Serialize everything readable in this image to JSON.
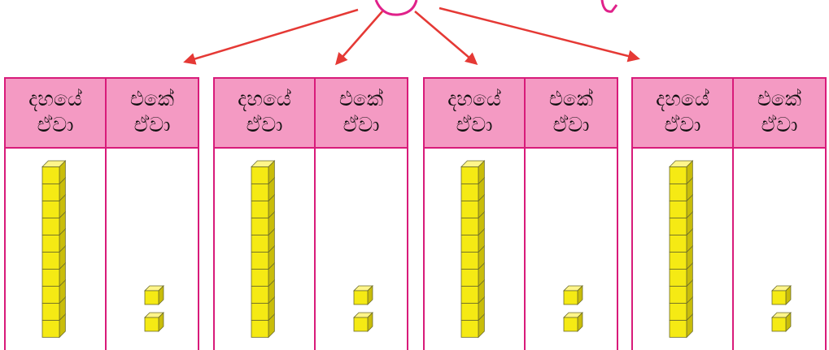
{
  "columns": {
    "tens_label_line1": "දහයේ",
    "tens_label_line2": "ඒවා",
    "ones_label_line1": "එකේ",
    "ones_label_line2": "ඒවා"
  },
  "panels": [
    {
      "tens_rods": 1,
      "ones_cubes": 2
    },
    {
      "tens_rods": 1,
      "ones_cubes": 2
    },
    {
      "tens_rods": 1,
      "ones_cubes": 2
    },
    {
      "tens_rods": 1,
      "ones_cubes": 2
    }
  ],
  "colors": {
    "header_fill": "#f49ac3",
    "border": "#d81b7a",
    "arrow": "#e53935",
    "cube_fill": "#f5ea14",
    "cube_edge": "#6b6b2a",
    "title_fragment": "#e0218a"
  }
}
